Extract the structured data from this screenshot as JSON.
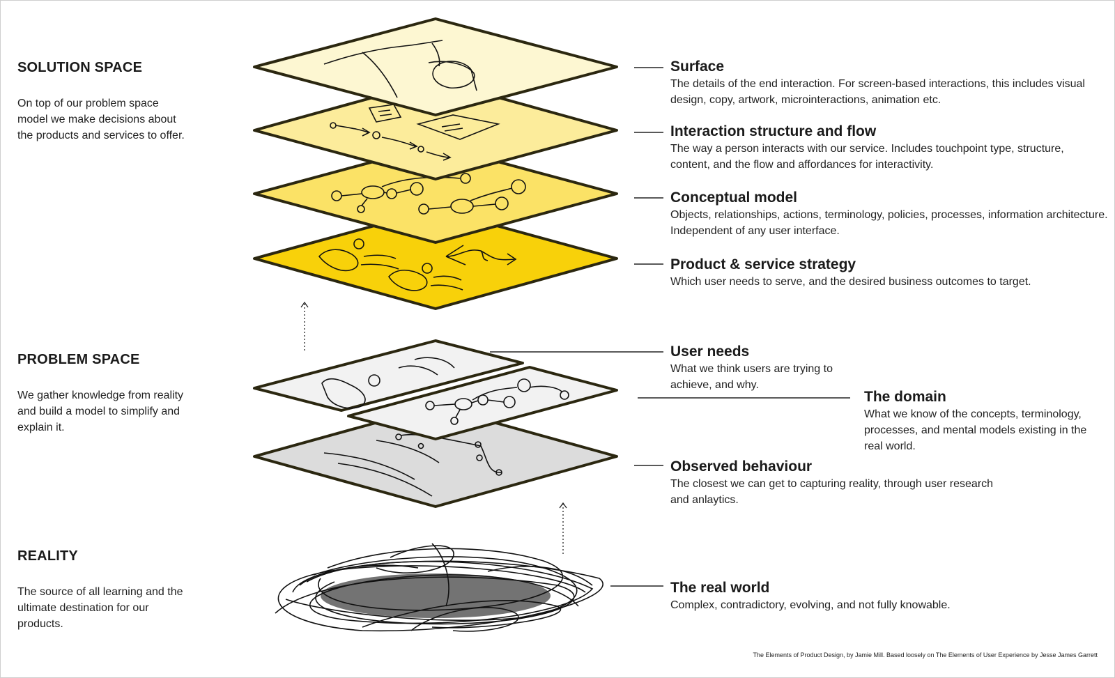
{
  "sections": {
    "solution": {
      "title": "SOLUTION SPACE",
      "body": "On top of our problem space model we make decisions about the products and services to offer."
    },
    "problem": {
      "title": "PROBLEM SPACE",
      "body": "We gather knowledge from reality and build a model to simplify and explain it."
    },
    "reality": {
      "title": "REALITY",
      "body": "The source of all learning and the ultimate destination for our products."
    }
  },
  "layers": {
    "surface": {
      "title": "Surface",
      "body": "The details of the end interaction. For screen-based interactions, this includes visual design, copy, artwork, microinteractions, animation etc.",
      "color": "#fdf7d2"
    },
    "interaction": {
      "title": "Interaction structure and flow",
      "body": "The way a person interacts with our service. Includes touchpoint type, structure, content, and the flow and affordances for interactivity.",
      "color": "#fcec9b"
    },
    "conceptual": {
      "title": "Conceptual model",
      "body": "Objects, relationships, actions, terminology, policies, processes, information architecture. Independent of any user interface.",
      "color": "#fbe266"
    },
    "strategy": {
      "title": "Product & service strategy",
      "body": "Which user needs to serve, and the desired business outcomes to target.",
      "color": "#f8d10a"
    },
    "user_needs": {
      "title": "User needs",
      "body": "What we think users are trying to achieve, and why.",
      "color": "#f2f2f2"
    },
    "domain": {
      "title": "The domain",
      "body": "What we know of the concepts, terminology, processes, and mental models existing in the real world.",
      "color": "#f2f2f2"
    },
    "observed": {
      "title": "Observed behaviour",
      "body": "The closest we can get to capturing reality, through user research and anlaytics.",
      "color": "#dcdcdc"
    },
    "real_world": {
      "title": "The real world",
      "body": "Complex, contradictory, evolving, and not fully knowable."
    }
  },
  "credit": "The Elements of Product Design, by Jamie Mill. Based loosely on The Elements of User Experience by Jesse James Garrett",
  "colors": {
    "outline": "#2b2710",
    "ink": "#111111",
    "connector": "#222222"
  }
}
